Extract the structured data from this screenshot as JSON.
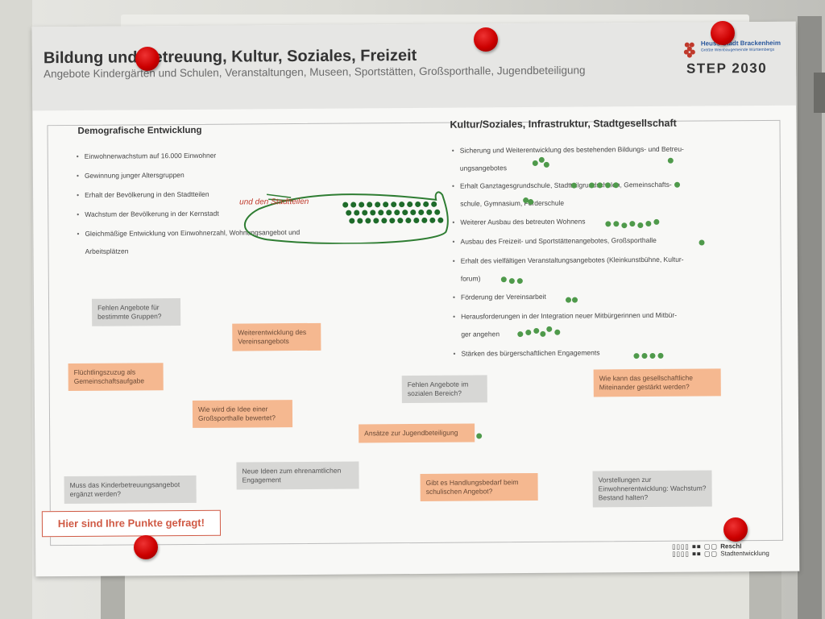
{
  "poster": {
    "title": "Bildung und Betreuung, Kultur, Soziales, Freizeit",
    "subtitle": "Angebote Kindergärten und Schulen, Veranstaltungen, Museen, Sportstätten, Großsporthalle, Jugendbeteiligung",
    "city_logo": "Heuss-Stadt Brackenheim",
    "city_logo_sub": "Größte Weinbaugemeinde Württembergs",
    "step": "STEP 2030",
    "demografie": {
      "heading": "Demografische Entwicklung",
      "items": [
        "Einwohnerwachstum auf 16.000 Einwohner",
        "Gewinnung junger Altersgruppen",
        "Erhalt der Bevölkerung in den Stadtteilen",
        "Wachstum der Bevölkerung in der Kernstadt",
        "Gleichmäßige Entwicklung von Einwohnerzahl, Wohnungsangebot und",
        "Arbeitsplätzen"
      ],
      "handwritten": "und den Stadtteilen"
    },
    "kultur": {
      "heading": "Kultur/Soziales, Infrastruktur, Stadtgesellschaft",
      "items": [
        "Sicherung und Weiterentwicklung des bestehenden Bildungs- und Betreu-",
        "ungsangebotes",
        "Erhalt Ganztagesgrundschule, Stadtteilgrundschulen, Gemeinschafts-",
        "schule, Gymnasium, Förderschule",
        "Weiterer Ausbau des betreuten Wohnens",
        "Ausbau des Freizeit- und Sportstättenangebotes, Großsporthalle",
        "Erhalt des vielfältigen Veranstaltungsangebotes (Kleinkunstbühne, Kultur-",
        "forum)",
        "Förderung der Vereinsarbeit",
        "Herausforderungen in der Integration neuer Mitbürgerinnen und Mitbür-",
        "ger angehen",
        "Stärken des bürgerschaftlichen Engagements"
      ]
    },
    "cards": [
      "Fehlen Angebote für bestimmte Gruppen?",
      "Weiterentwicklung des Vereinsangebots",
      "Flüchtlingszuzug als Gemeinschaftsaufgabe",
      "Wie wird die Idee einer Großsporthalle bewertet?",
      "Fehlen Angebote im sozialen Bereich?",
      "Wie kann das gesellschaftliche Miteinander gestärkt werden?",
      "Ansätze zur Jugendbeteiligung",
      "Neue Ideen zum ehrenamtlichen Engagement",
      "Muss das Kinderbetreuungsangebot ergänzt werden?",
      "Gibt es Handlungsbedarf beim schulischen Angebot?",
      "Vorstellungen zur Einwohnerentwicklung: Wachstum? Bestand halten?"
    ],
    "cta": "Hier sind Ihre Punkte gefragt!",
    "footer": {
      "line1": "Reschl",
      "line2": "Stadtentwicklung"
    }
  },
  "colors": {
    "green_dot": "#4f9a4b",
    "pin": "#cc0000",
    "orange_card": "#f5b890",
    "gray_card": "#d7d7d5",
    "cta_red": "#d05a45"
  }
}
